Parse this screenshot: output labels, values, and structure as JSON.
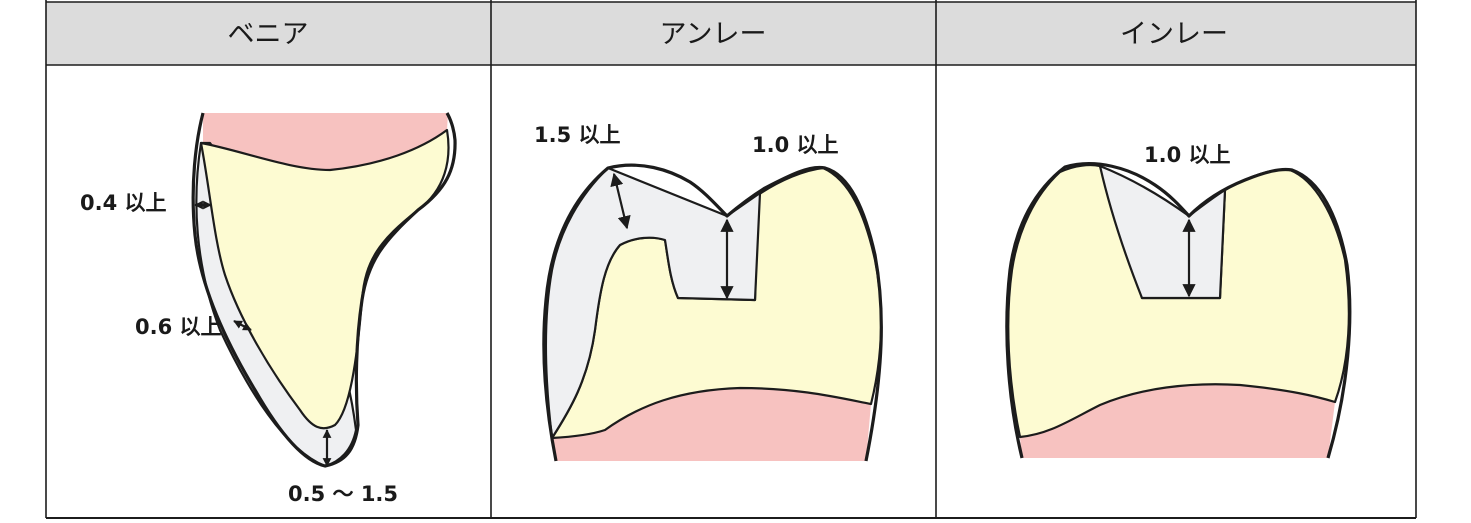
{
  "columns": [
    {
      "title": "ベニア",
      "labels": [
        "0.4 以上",
        "0.6 以上",
        "0.5 ～ 1.5"
      ]
    },
    {
      "title": "アンレー",
      "labels": [
        "1.5 以上",
        "1.0 以上"
      ]
    },
    {
      "title": "インレー",
      "labels": [
        "1.0 以上"
      ]
    }
  ],
  "colors": {
    "header_bg": "#dcdcdc",
    "gum": "#f7c2c0",
    "tooth": "#fdfbd2",
    "restoration": "#eff0f2",
    "line": "#1c1c1c"
  }
}
